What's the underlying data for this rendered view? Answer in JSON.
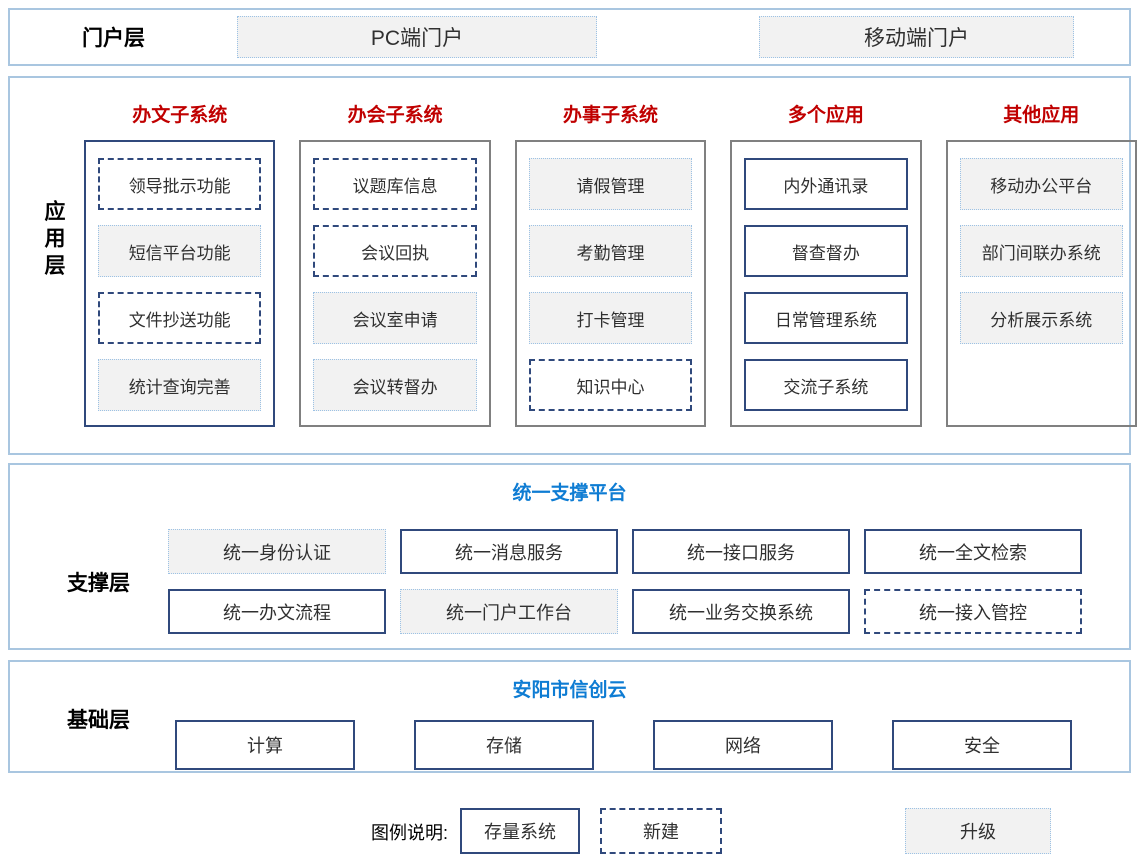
{
  "colors": {
    "section_border": "#a9c6e0",
    "navy_border": "#30497c",
    "gray_frame_border": "#808080",
    "header_red": "#c00000",
    "title_blue": "#0e7cd3",
    "upgrade_bg": "#f2f2f2",
    "upgrade_border": "#9cc2e5"
  },
  "portal": {
    "label": "门户层",
    "items": [
      {
        "label": "PC端门户",
        "style": "upgrade"
      },
      {
        "label": "移动端门户",
        "style": "upgrade"
      }
    ]
  },
  "app": {
    "label": "应用层",
    "columns": [
      {
        "header": "办文子系统",
        "frame": "navy",
        "items": [
          {
            "label": "领导批示功能",
            "style": "new"
          },
          {
            "label": "短信平台功能",
            "style": "upgrade"
          },
          {
            "label": "文件抄送功能",
            "style": "new"
          },
          {
            "label": "统计查询完善",
            "style": "upgrade"
          }
        ]
      },
      {
        "header": "办会子系统",
        "frame": "gray",
        "items": [
          {
            "label": "议题库信息",
            "style": "new"
          },
          {
            "label": "会议回执",
            "style": "new"
          },
          {
            "label": "会议室申请",
            "style": "upgrade"
          },
          {
            "label": "会议转督办",
            "style": "upgrade"
          }
        ]
      },
      {
        "header": "办事子系统",
        "frame": "gray",
        "items": [
          {
            "label": "请假管理",
            "style": "upgrade"
          },
          {
            "label": "考勤管理",
            "style": "upgrade"
          },
          {
            "label": "打卡管理",
            "style": "upgrade"
          },
          {
            "label": "知识中心",
            "style": "new"
          }
        ]
      },
      {
        "header": "多个应用",
        "frame": "gray",
        "items": [
          {
            "label": "内外通讯录",
            "style": "existing"
          },
          {
            "label": "督查督办",
            "style": "existing"
          },
          {
            "label": "日常管理系统",
            "style": "existing"
          },
          {
            "label": "交流子系统",
            "style": "existing"
          }
        ]
      },
      {
        "header": "其他应用",
        "frame": "gray",
        "items": [
          {
            "label": "移动办公平台",
            "style": "upgrade"
          },
          {
            "label": "部门间联办系统",
            "style": "upgrade"
          },
          {
            "label": "分析展示系统",
            "style": "upgrade"
          }
        ]
      }
    ]
  },
  "support": {
    "label": "支撑层",
    "title": "统一支撑平台",
    "items": [
      {
        "label": "统一身份认证",
        "style": "upgrade"
      },
      {
        "label": "统一消息服务",
        "style": "existing"
      },
      {
        "label": "统一接口服务",
        "style": "existing"
      },
      {
        "label": "统一全文检索",
        "style": "existing"
      },
      {
        "label": "统一办文流程",
        "style": "existing"
      },
      {
        "label": "统一门户工作台",
        "style": "upgrade"
      },
      {
        "label": "统一业务交换系统",
        "style": "existing"
      },
      {
        "label": "统一接入管控",
        "style": "new"
      }
    ]
  },
  "base": {
    "label": "基础层",
    "title": "安阳市信创云",
    "items": [
      {
        "label": "计算",
        "style": "existing"
      },
      {
        "label": "存储",
        "style": "existing"
      },
      {
        "label": "网络",
        "style": "existing"
      },
      {
        "label": "安全",
        "style": "existing"
      }
    ]
  },
  "legend": {
    "label": "图例说明:",
    "items": [
      {
        "label": "存量系统",
        "style": "existing"
      },
      {
        "label": "新建",
        "style": "new"
      },
      {
        "label": "升级",
        "style": "upgrade"
      }
    ]
  }
}
